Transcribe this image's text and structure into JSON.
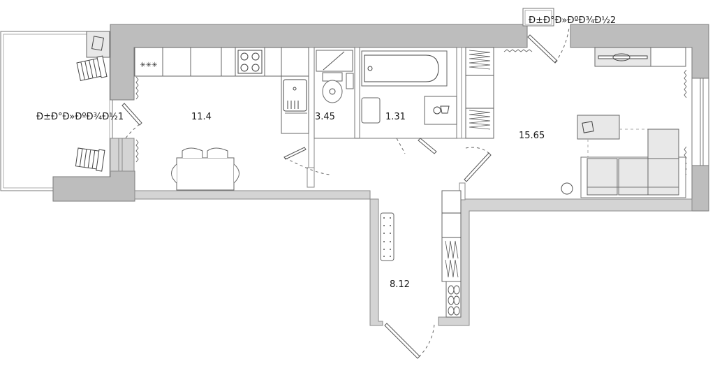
{
  "plan": {
    "background": "#ffffff",
    "wall_color": "#bdbdbd",
    "rooms": [
      {
        "id": "balcony1",
        "label": "Ð±Ð°Ð»ÐºÐ¾Ð½1",
        "kind": "balcony"
      },
      {
        "id": "kitchen",
        "label": "11.4",
        "kind": "kitchen-dining"
      },
      {
        "id": "wc",
        "label": "3.45",
        "kind": "toilet"
      },
      {
        "id": "bathroom",
        "label": "1.31",
        "kind": "bathroom"
      },
      {
        "id": "living",
        "label": "15.65",
        "kind": "living-room"
      },
      {
        "id": "hall",
        "label": "8.12",
        "kind": "hallway"
      },
      {
        "id": "balcony2",
        "label": "Ð±Ð°Ð»ÐºÐ¾Ð½2",
        "kind": "balcony"
      }
    ]
  }
}
